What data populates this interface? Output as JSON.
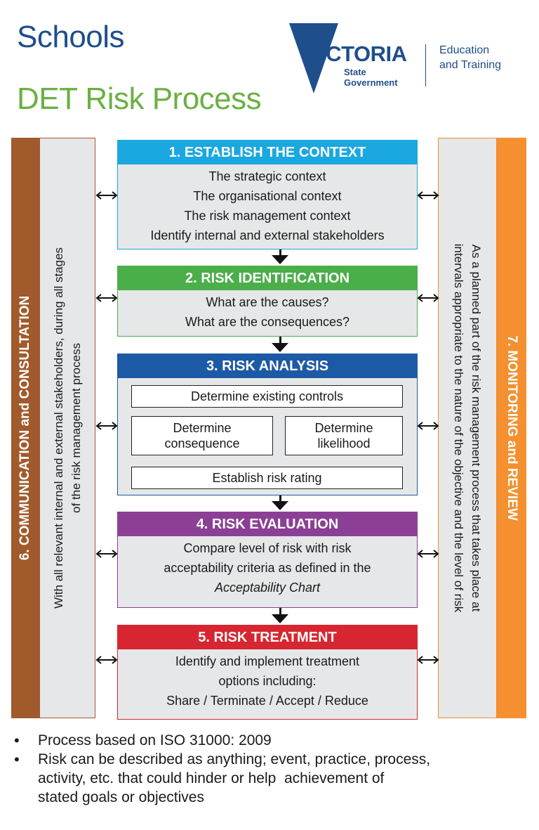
{
  "header": {
    "title": "Schools",
    "subtitle": "DET Risk Process"
  },
  "logo": {
    "name": "VICTORIA",
    "sub_line_1": "State",
    "sub_line_2": "Government",
    "dept_line_1": "Education",
    "dept_line_2": "and Training"
  },
  "colors": {
    "title_blue": "#1f4e8c",
    "title_green": "#6ab043",
    "step_1": "#1ba7e0",
    "step_2": "#4aae49",
    "step_3": "#1d5aa6",
    "step_4": "#8b3f95",
    "step_5": "#d72631",
    "communication": "#a05a2c",
    "monitoring": "#f4902f"
  },
  "communication": {
    "label": "6. COMMUNICATION and CONSULTATION",
    "desc_line_1": "With all relevant internal and external stakeholders, during all stages",
    "desc_line_2": "of the risk management process"
  },
  "monitoring": {
    "label": "7. MONITORING and REVIEW",
    "desc_line_1": "As a planned part of the risk management process that takes place at",
    "desc_line_2": "intervals appropriate to the nature of the objective and the level of risk"
  },
  "steps": [
    {
      "title": "1. ESTABLISH THE CONTEXT",
      "lines": [
        "The strategic context",
        "The organisational context",
        "The risk management context",
        "Identify internal and external stakeholders"
      ]
    },
    {
      "title": "2. RISK IDENTIFICATION",
      "lines": [
        "What are the causes?",
        "What are the consequences?"
      ]
    },
    {
      "title": "3. RISK ANALYSIS",
      "existing": "Determine existing controls",
      "consequence_1": "Determine",
      "consequence_2": "consequence",
      "likelihood_1": "Determine",
      "likelihood_2": "likelihood",
      "rating": "Establish risk rating"
    },
    {
      "title": "4. RISK EVALUATION",
      "lines": [
        "Compare level of risk with risk",
        "acceptability criteria as defined in the",
        "Acceptability Chart"
      ]
    },
    {
      "title": "5. RISK TREATMENT",
      "lines": [
        "Identify and implement treatment",
        "options including:",
        "Share / Terminate / Accept / Reduce"
      ]
    }
  ],
  "notes": [
    {
      "bullet": "•",
      "line_1": "Process based on ISO 31000: 2009"
    },
    {
      "bullet": "•",
      "line_1": "Risk can be described as anything; event, practice, process,",
      "line_2": "activity, etc. that could hinder or help  achievement of",
      "line_3": "stated goals or objectives"
    }
  ]
}
